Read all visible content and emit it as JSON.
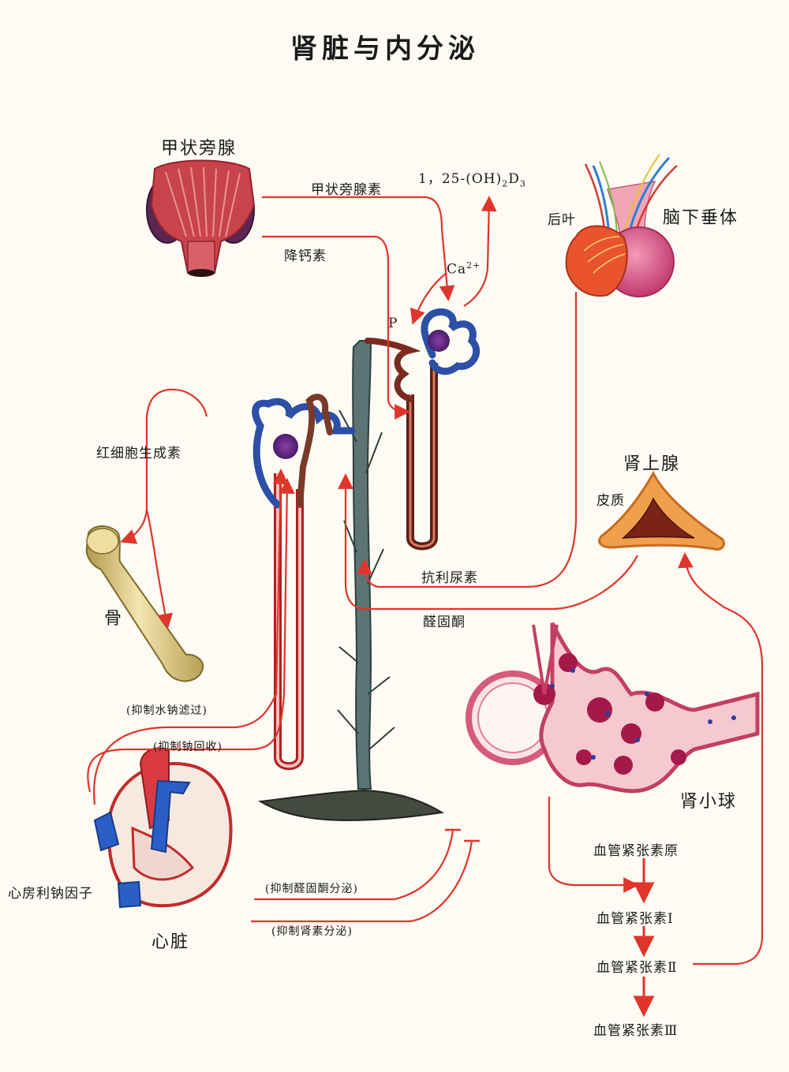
{
  "title": "肾脏与内分泌",
  "organs": {
    "parathyroid": "甲状旁腺",
    "pituitary": "脑下垂体",
    "posterior_lobe": "后叶",
    "adrenal": "肾上腺",
    "cortex": "皮质",
    "bone": "骨",
    "heart": "心脏",
    "glomerulus": "肾小球"
  },
  "hormones": {
    "pth": "甲状旁腺素",
    "calcitonin": "降钙素",
    "vitd_prefix": "1，25-(OH)",
    "vitd_sub1": "2",
    "vitd_mid": "D",
    "vitd_sub2": "3",
    "calcium": "Ca",
    "calcium_sup": "2+",
    "phosphorus": "P",
    "epo": "红细胞生成素",
    "adh": "抗利尿素",
    "aldosterone": "醛固酮",
    "anp": "心房利钠因子"
  },
  "effects": {
    "inhibit_filtration": "(抑制水钠滤过)",
    "inhibit_reabsorption": "(抑制钠回收)",
    "inhibit_aldosterone": "(抑制醛固酮分泌)",
    "inhibit_renin": "(抑制肾素分泌)"
  },
  "ras": {
    "angiotensinogen": "血管紧张素原",
    "ang1": "血管紧张素Ⅰ",
    "ang2": "血管紧张素Ⅱ",
    "ang3": "血管紧张素Ⅲ"
  },
  "colors": {
    "arrow": "#e0352b",
    "nephron_blue": "#2c4fa8",
    "duct": "#4f6b6a",
    "muscle": "#c9434a",
    "bone": "#e8d595"
  }
}
